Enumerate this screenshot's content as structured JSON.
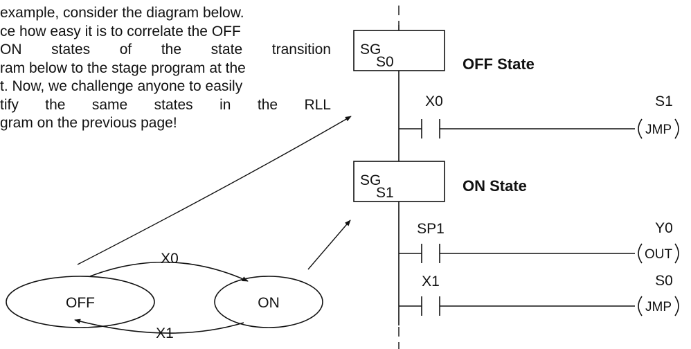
{
  "paragraph": {
    "lines": [
      "example, consider the diagram below.",
      "ce how easy it is to correlate the OFF",
      " ON  states  of  the  state  transition",
      "ram below to the stage program at the",
      "t. Now, we challenge anyone to easily",
      "tify  the  same  states  in  the  RLL",
      "gram on the previous page!"
    ]
  },
  "state_diagram": {
    "states": {
      "off": "OFF",
      "on": "ON"
    },
    "transitions": {
      "off_to_on": "X0",
      "on_to_off": "X1"
    }
  },
  "ladder": {
    "stage0": {
      "label": "SG",
      "subscript": "S0",
      "caption": "OFF State"
    },
    "rung1": {
      "contact": "X0",
      "coil_address": "S1",
      "coil_type": "JMP"
    },
    "stage1": {
      "label": "SG",
      "subscript": "S1",
      "caption": "ON State"
    },
    "rung2": {
      "contact": "SP1",
      "coil_address": "Y0",
      "coil_type": "OUT"
    },
    "rung3": {
      "contact": "X1",
      "coil_address": "S0",
      "coil_type": "JMP"
    }
  }
}
